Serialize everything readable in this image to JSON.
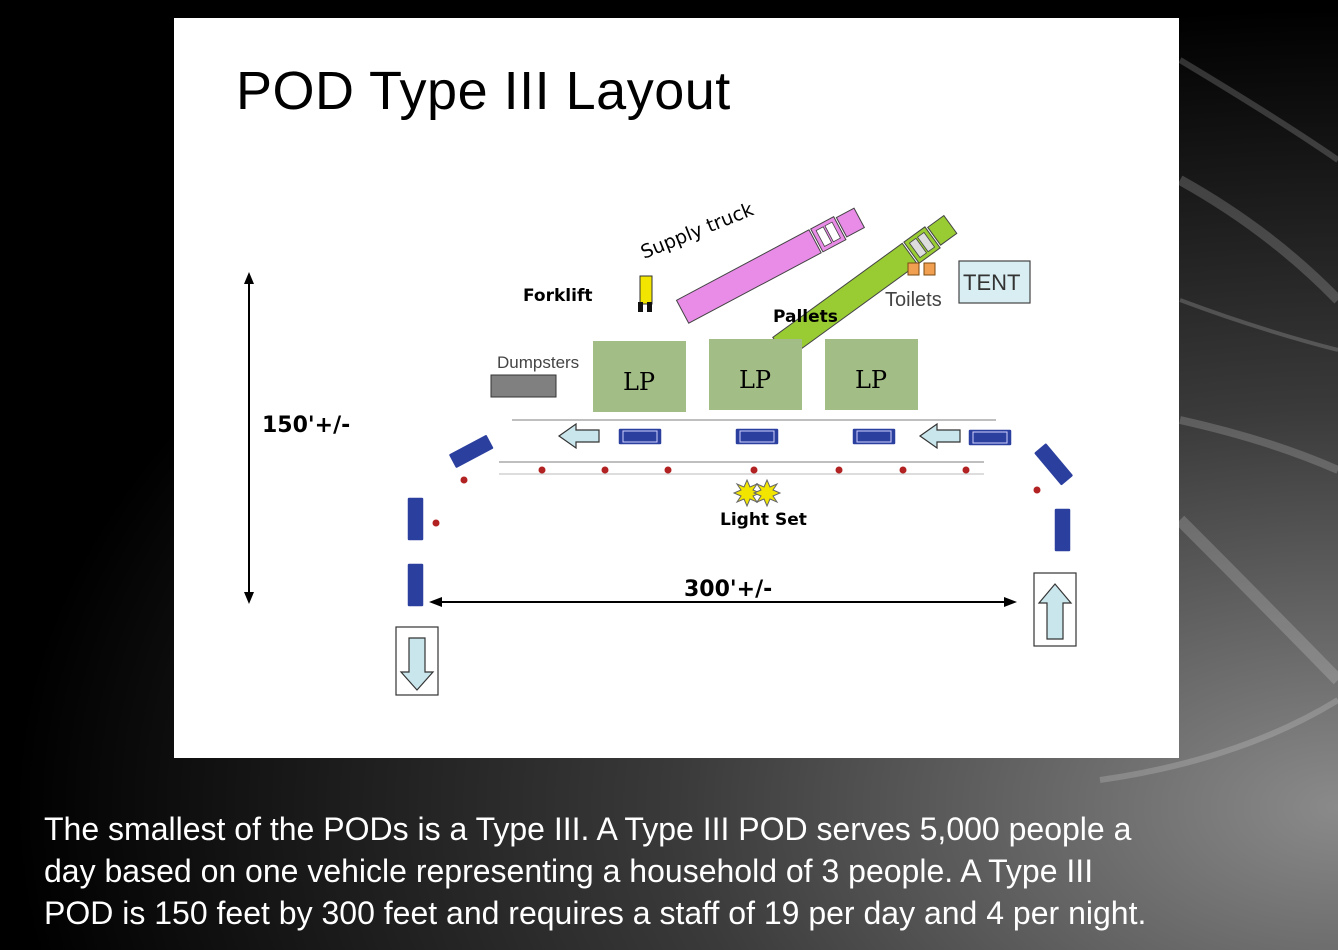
{
  "slide": {
    "title": "POD Type III Layout"
  },
  "diagram": {
    "supply_truck_label": "Supply truck",
    "forklift_label": "Forklift",
    "pallets_label": "Pallets",
    "toilets_label": "Toilets",
    "tent_label": "TENT",
    "dumpsters_label": "Dumpsters",
    "loading_points": [
      "LP",
      "LP",
      "LP"
    ],
    "light_set_label": "Light Set",
    "height_label": "150'+/-",
    "width_label": "300'+/-"
  },
  "caption": {
    "line1": "The smallest of the PODs is a Type III.  A Type III POD serves 5,000 people a",
    "line2": "day based on one vehicle representing a household of 3 people.  A Type III",
    "line3": "POD is 150 feet by 300 feet and requires a staff of 19 per day and 4 per night."
  },
  "colors": {
    "truck_body": "#e98ce8",
    "pallet_truck": "#99cc33",
    "loading_point": "#a3bd86",
    "car": "#2b3f9e",
    "arrow_fill": "#c9e6ec",
    "toilet": "#f0a050",
    "tent_fill": "#d8eef2",
    "dumpster": "#808080",
    "cone": "#b22222",
    "forklift": "#f2e600"
  }
}
